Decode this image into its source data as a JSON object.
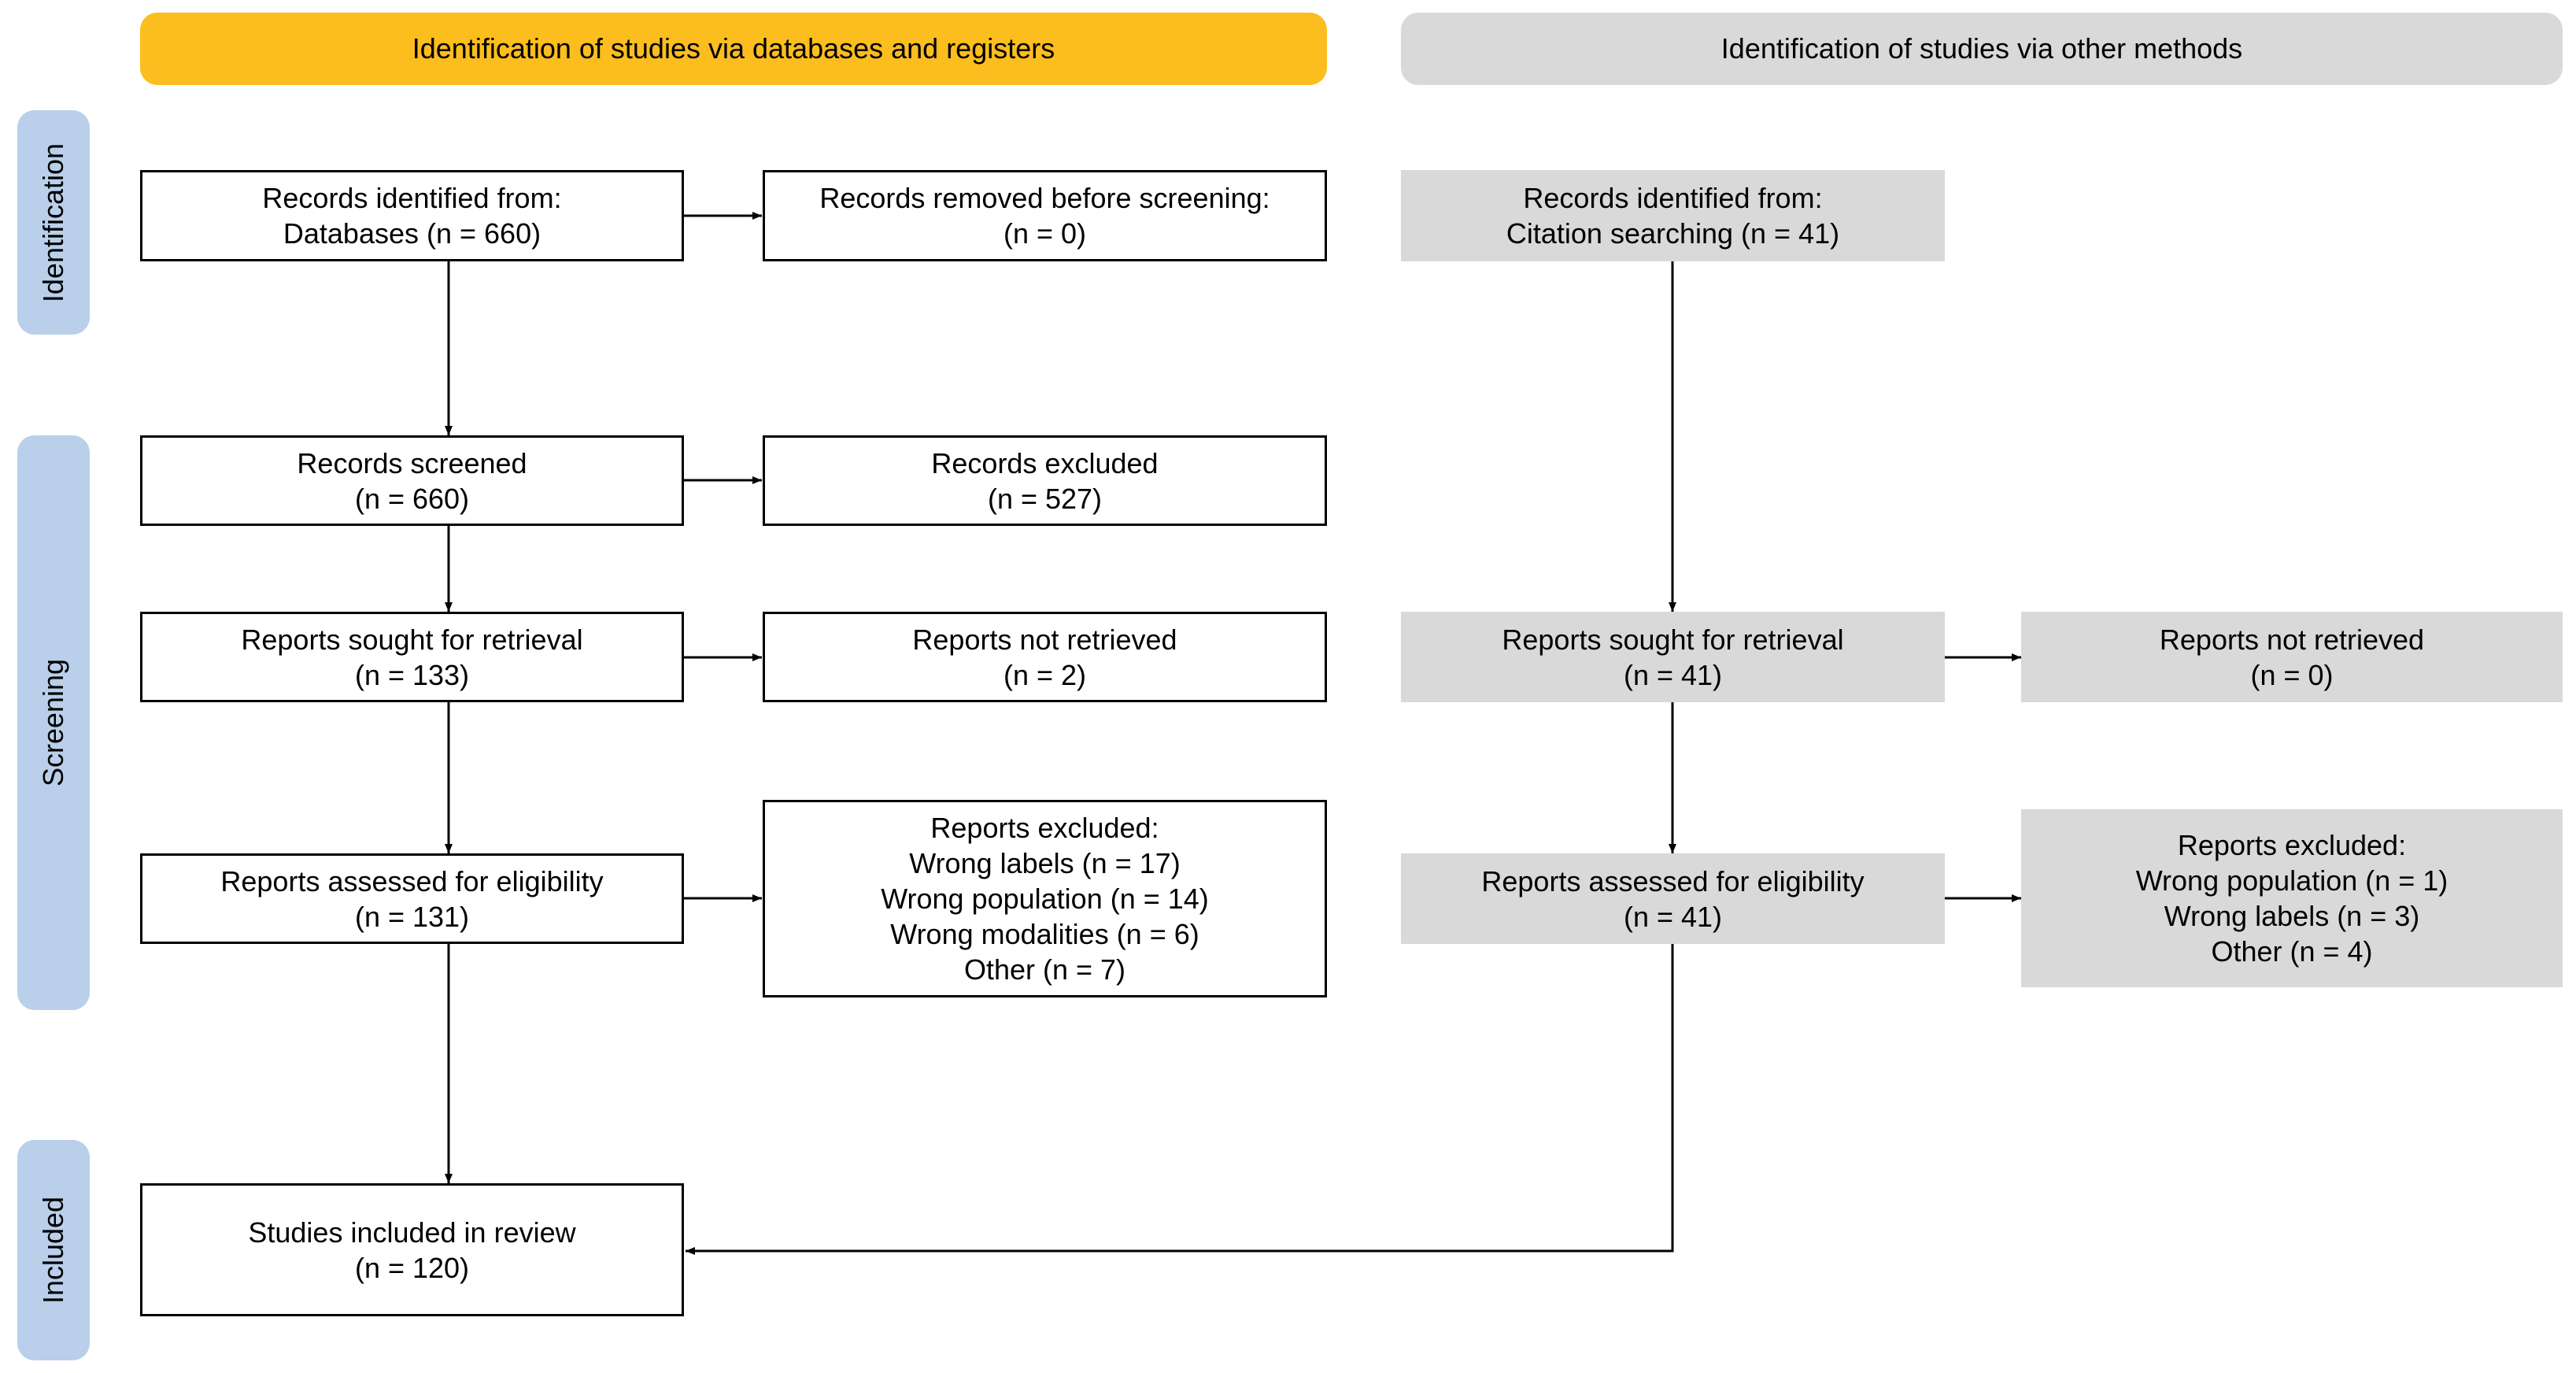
{
  "headers": {
    "databases": "Identification of studies via databases and registers",
    "other": "Identification of studies via other methods"
  },
  "phases": {
    "identification": "Identification",
    "screening": "Screening",
    "included": "Included"
  },
  "colors": {
    "databases_header": "#fcbd1e",
    "other_methods_fill": "#d9d9d9",
    "phase_label_fill": "#b9cfea",
    "box_border": "#000000"
  },
  "boxes": {
    "db_identified": {
      "line1": "Records identified from:",
      "line2": "Databases (n = 660)"
    },
    "db_removed": {
      "line1": "Records removed before screening:",
      "line2": "(n = 0)"
    },
    "db_screened": {
      "line1": "Records screened",
      "line2": "(n = 660)"
    },
    "db_excluded": {
      "line1": "Records excluded",
      "line2": "(n = 527)"
    },
    "db_sought": {
      "line1": "Reports sought for retrieval",
      "line2": "(n = 133)"
    },
    "db_not_retrieved": {
      "line1": "Reports not retrieved",
      "line2": "(n = 2)"
    },
    "db_assessed": {
      "line1": "Reports assessed for eligibility",
      "line2": "(n = 131)"
    },
    "db_reports_excluded": {
      "title": "Reports excluded:",
      "reasons": [
        "Wrong labels (n = 17)",
        "Wrong population (n = 14)",
        "Wrong modalities (n = 6)",
        "Other (n = 7)"
      ]
    },
    "included": {
      "line1": "Studies included in review",
      "line2": "(n = 120)"
    },
    "other_identified": {
      "line1": "Records identified from:",
      "line2": "Citation searching (n = 41)"
    },
    "other_sought": {
      "line1": "Reports sought for retrieval",
      "line2": "(n = 41)"
    },
    "other_not_retrieved": {
      "line1": "Reports not retrieved",
      "line2": "(n = 0)"
    },
    "other_assessed": {
      "line1": "Reports assessed for eligibility",
      "line2": "(n = 41)"
    },
    "other_reports_excluded": {
      "title": "Reports excluded:",
      "reasons": [
        "Wrong population (n = 1)",
        "Wrong labels (n = 3)",
        "Other (n = 4)"
      ]
    }
  }
}
